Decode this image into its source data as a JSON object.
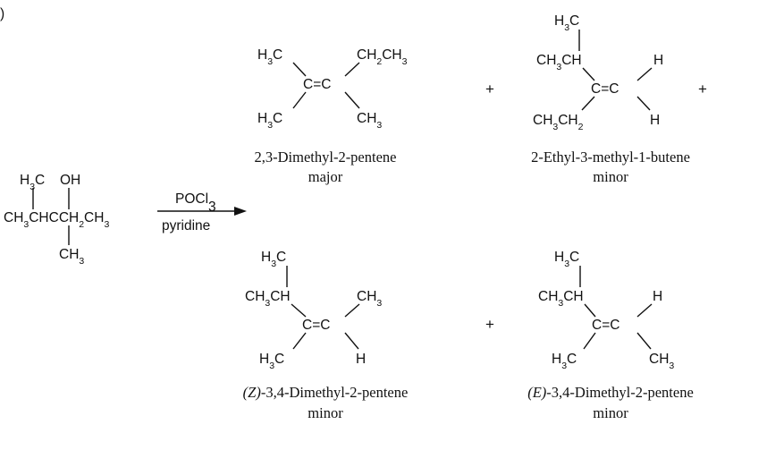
{
  "part_label": ")",
  "reactant": {
    "top_left": "H3C",
    "top_right": "OH",
    "main_chain": "CH3CHCCH2CH3",
    "bottom": "CH3"
  },
  "reagents": {
    "above_arrow": "POCl3",
    "below_arrow": "pyridine"
  },
  "plus_sign": "+",
  "products": [
    {
      "atoms": {
        "top_left": "H3C",
        "top_right": "CH2CH3",
        "center": "C=C",
        "bottom_left": "H3C",
        "bottom_right": "CH3"
      },
      "name": "2,3-Dimethyl-2-pentene",
      "status": "major"
    },
    {
      "atoms": {
        "top_methyl": "H3C",
        "top_left": "CH3CH",
        "top_right": "H",
        "center": "C=C",
        "bottom_left": "CH3CH2",
        "bottom_right": "H"
      },
      "name": "2-Ethyl-3-methyl-1-butene",
      "status": "minor"
    },
    {
      "atoms": {
        "top_methyl": "H3C",
        "top_left": "CH3CH",
        "top_right": "CH3",
        "center": "C=C",
        "bottom_left": "H3C",
        "bottom_right": "H"
      },
      "name_prefix": "(Z)",
      "name_rest": "-3,4-Dimethyl-2-pentene",
      "status": "minor"
    },
    {
      "atoms": {
        "top_methyl": "H3C",
        "top_left": "CH3CH",
        "top_right": "H",
        "center": "C=C",
        "bottom_left": "H3C",
        "bottom_right": "CH3"
      },
      "name_prefix": "(E)",
      "name_rest": "-3,4-Dimethyl-2-pentene",
      "status": "minor"
    }
  ]
}
